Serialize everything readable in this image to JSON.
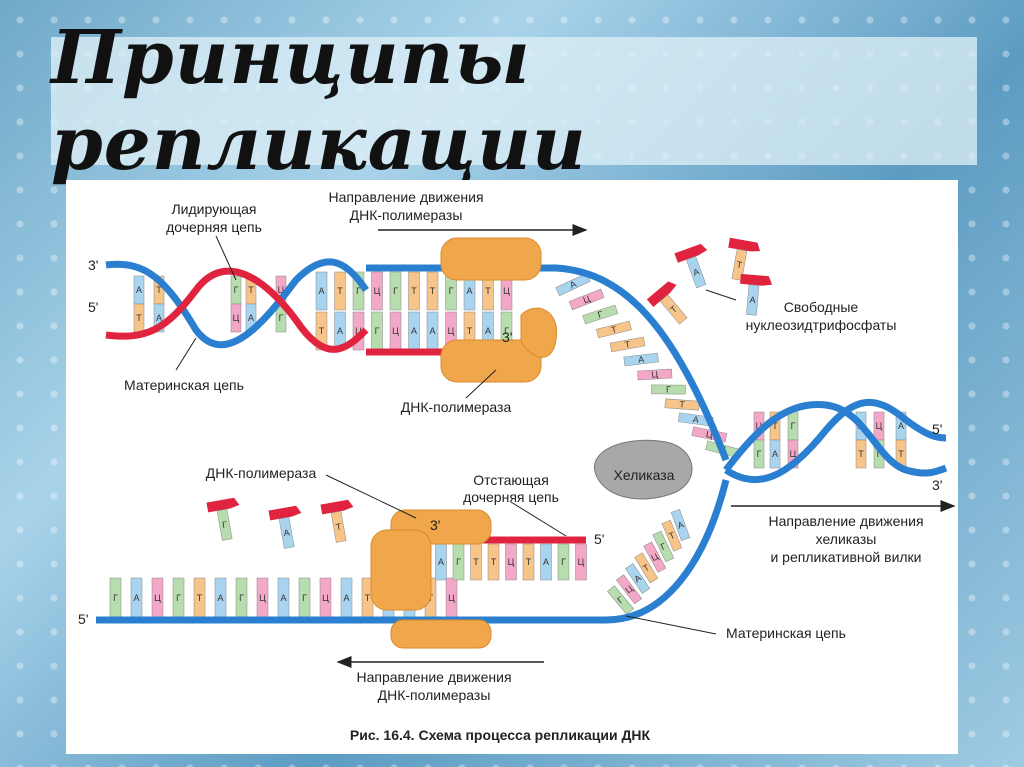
{
  "title": "Принципы репликации",
  "labels": {
    "polymerase_direction_top_line1": "Направление движения",
    "polymerase_direction_top_line2": "ДНК-полимеразы",
    "leading_strand_line1": "Лидирующая",
    "leading_strand_line2": "дочерняя цепь",
    "maternal_strand_top": "Материнская цепь",
    "polymerase_top": "ДНК-полимераза",
    "free_nucleotides_line1": "Свободные",
    "free_nucleotides_line2": "нуклеозидтрифосфаты",
    "helicase": "Хеликаза",
    "polymerase_left": "ДНК-полимераза",
    "lagging_strand_line1": "Отстающая",
    "lagging_strand_line2": "дочерняя цепь",
    "helicase_direction_line1": "Направление движения",
    "helicase_direction_line2": "хеликазы",
    "helicase_direction_line3": "и репликативной вилки",
    "maternal_strand_bottom": "Материнская цепь",
    "polymerase_direction_bottom_line1": "Направление движения",
    "polymerase_direction_bottom_line2": "ДНК-полимеразы",
    "caption": "Рис. 16.4. Схема процесса репликации ДНК"
  },
  "ends": {
    "top_left_3": "3'",
    "top_left_5": "5'",
    "right_5": "5'",
    "right_3": "3'",
    "lagging_5": "5'",
    "bottom_left_5": "5'",
    "polymerase_top_3": "3'",
    "polymerase_bottom_3": "3'"
  },
  "bases": {
    "top_upper": [
      "А",
      "Т",
      "Г",
      "Ц",
      "Г",
      "Т",
      "Т",
      "Г",
      "А",
      "Т",
      "Ц"
    ],
    "top_lower": [
      "Т",
      "А",
      "Ц",
      "Г",
      "Ц",
      "А",
      "А",
      "Ц",
      "Т",
      "А",
      "Г"
    ],
    "left_helix_upper": [
      "А",
      "Т",
      "Г",
      "Т",
      "Ц"
    ],
    "left_helix_lower": [
      "Т",
      "А",
      "Ц",
      "А",
      "Г"
    ],
    "right_helix_upper": [
      "Ц",
      "Т",
      "Г",
      "А",
      "Ц",
      "А"
    ],
    "right_helix_lower": [
      "Г",
      "А",
      "Ц",
      "Т",
      "Г",
      "Т"
    ],
    "bottom_strand": [
      "Г",
      "А",
      "Ц",
      "Г",
      "Т",
      "А",
      "Г",
      "Ц",
      "А",
      "Г",
      "Ц",
      "А",
      "Т",
      "А",
      "А",
      "Т",
      "Ц"
    ],
    "lagging_strand": [
      "А",
      "А",
      "Г",
      "Т",
      "Т",
      "Ц",
      "Т",
      "А",
      "Г",
      "Ц"
    ],
    "free_top": [
      "А",
      "Т",
      "Т",
      "А"
    ],
    "free_bottom": [
      "Г",
      "А",
      "Т"
    ],
    "fork_top": [
      "А",
      "Ц",
      "Г",
      "Т",
      "Т",
      "А",
      "Ц",
      "Г",
      "Т",
      "А",
      "Ц",
      "Г"
    ],
    "fork_bottom": [
      "А",
      "Т",
      "Г",
      "Ц",
      "Т",
      "А",
      "Ц",
      "Г"
    ]
  },
  "colors": {
    "maternal_strand": "#2a7fd0",
    "daughter_strand": "#e0243f",
    "polymerase": "#f0a64a",
    "helicase": "#a8a8a8",
    "base_orange": "#f7c48a",
    "base_green": "#b7dcae",
    "base_pink": "#f3a8c8",
    "base_blue": "#a9d4ef"
  }
}
